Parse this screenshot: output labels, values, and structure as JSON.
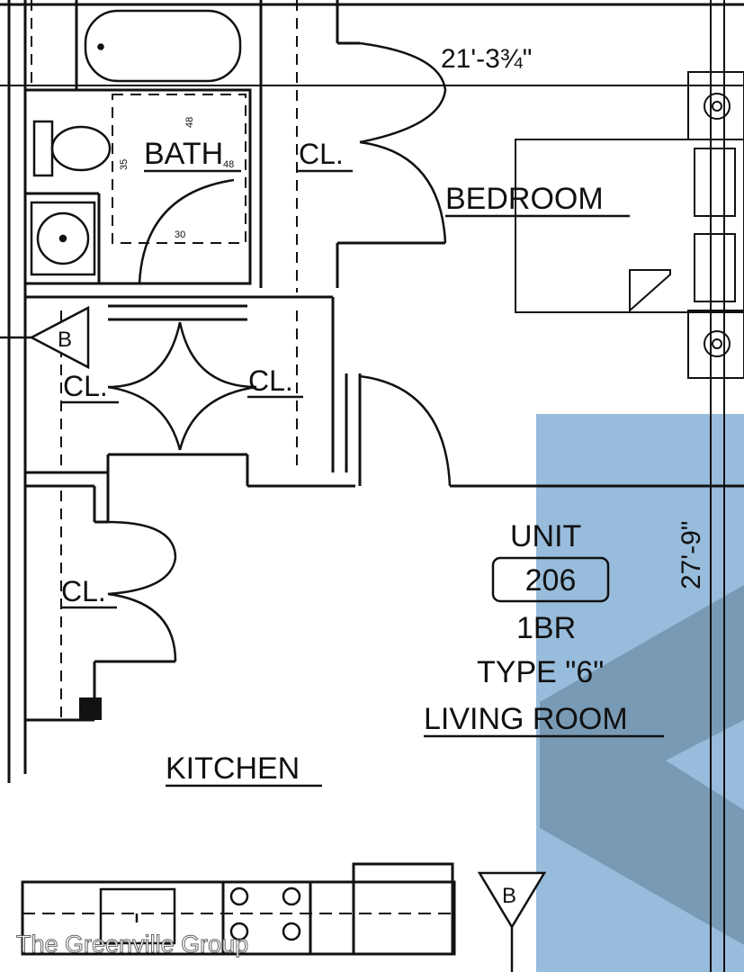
{
  "dimensions": {
    "width": "21'-3¾\"",
    "depth": "27'-9\""
  },
  "rooms": {
    "bath": "BATH",
    "bedroom": "BEDROOM",
    "closet": "CL.",
    "kitchen": "KITCHEN",
    "living": "LIVING ROOM"
  },
  "unit": {
    "label": "UNIT",
    "number": "206",
    "bedrooms": "1BR",
    "type": "TYPE \"6\""
  },
  "section_marker": "B",
  "fixture_marks": {
    "m1": "48",
    "m2": "48",
    "m3": "35",
    "m4": "30"
  },
  "watermark": "The Greenville Group",
  "colors": {
    "overlay": "#8fb6d8",
    "chevron": "#6f8fa8",
    "line": "#111111"
  }
}
